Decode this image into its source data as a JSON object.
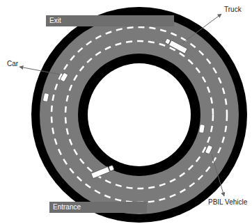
{
  "diagram": {
    "nodes": [
      {
        "text": [
          "Exit"
        ]
      },
      {
        "text": [
          "Entrance"
        ]
      }
    ],
    "labels": [
      "Truck",
      "Car",
      "PBIL Vehicle"
    ]
  }
}
